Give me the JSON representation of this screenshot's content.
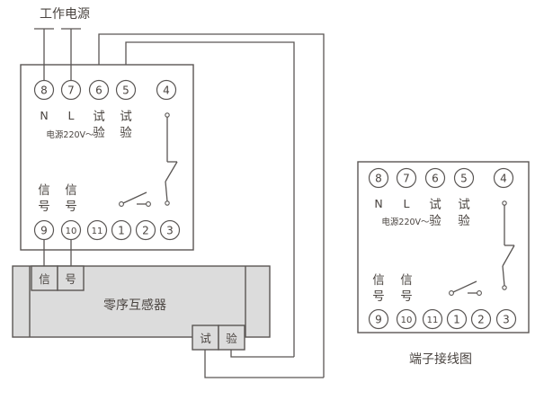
{
  "labels": {
    "power_source": "工作电源",
    "supply_spec": "电源220V～",
    "transformer_name": "零序互感器",
    "caption_right": "端子接线图",
    "signal": "信号",
    "signal_char1": "信",
    "signal_char2": "号",
    "test": "试验",
    "test_char1": "试",
    "test_char2": "验",
    "neutral": "N",
    "live": "L"
  },
  "left_diagram": {
    "name": "relay-wiring-diagram",
    "top_terminals": [
      {
        "id": "8",
        "label_latin": "N",
        "label_cjk": ""
      },
      {
        "id": "7",
        "label_latin": "L",
        "label_cjk": ""
      },
      {
        "id": "6",
        "label_latin": "",
        "label_cjk": "试验"
      },
      {
        "id": "5",
        "label_latin": "",
        "label_cjk": "试验"
      },
      {
        "id": "4",
        "label_latin": "",
        "label_cjk": ""
      }
    ],
    "bottom_terminals": [
      {
        "id": "9",
        "label_cjk": "信号"
      },
      {
        "id": "10",
        "label_cjk": "信号"
      },
      {
        "id": "11",
        "label_cjk": ""
      },
      {
        "id": "1",
        "label_cjk": ""
      },
      {
        "id": "2",
        "label_cjk": ""
      },
      {
        "id": "3",
        "label_cjk": ""
      }
    ],
    "supply_spec": "电源220V～",
    "power_source_label": "工作电源"
  },
  "transformer": {
    "name": "零序互感器",
    "signal_terminal_chars": [
      "信",
      "号"
    ],
    "test_terminal_chars": [
      "试",
      "验"
    ]
  },
  "right_diagram": {
    "caption": "端子接线图",
    "top_terminals": [
      {
        "id": "8",
        "label_latin": "N",
        "label_cjk": ""
      },
      {
        "id": "7",
        "label_latin": "L",
        "label_cjk": ""
      },
      {
        "id": "6",
        "label_latin": "",
        "label_cjk": "试验"
      },
      {
        "id": "5",
        "label_latin": "",
        "label_cjk": "试验"
      },
      {
        "id": "4",
        "label_latin": "",
        "label_cjk": ""
      }
    ],
    "bottom_terminals": [
      {
        "id": "9",
        "label_cjk": "信号"
      },
      {
        "id": "10",
        "label_cjk": "信号"
      },
      {
        "id": "11",
        "label_cjk": ""
      },
      {
        "id": "1",
        "label_cjk": ""
      },
      {
        "id": "2",
        "label_cjk": ""
      },
      {
        "id": "3",
        "label_cjk": ""
      }
    ],
    "supply_spec": "电源220V～"
  },
  "colors": {
    "line": "#5a5654",
    "text": "#4a4440",
    "transformer_fill": "#dcdcdc",
    "background": "#ffffff"
  }
}
